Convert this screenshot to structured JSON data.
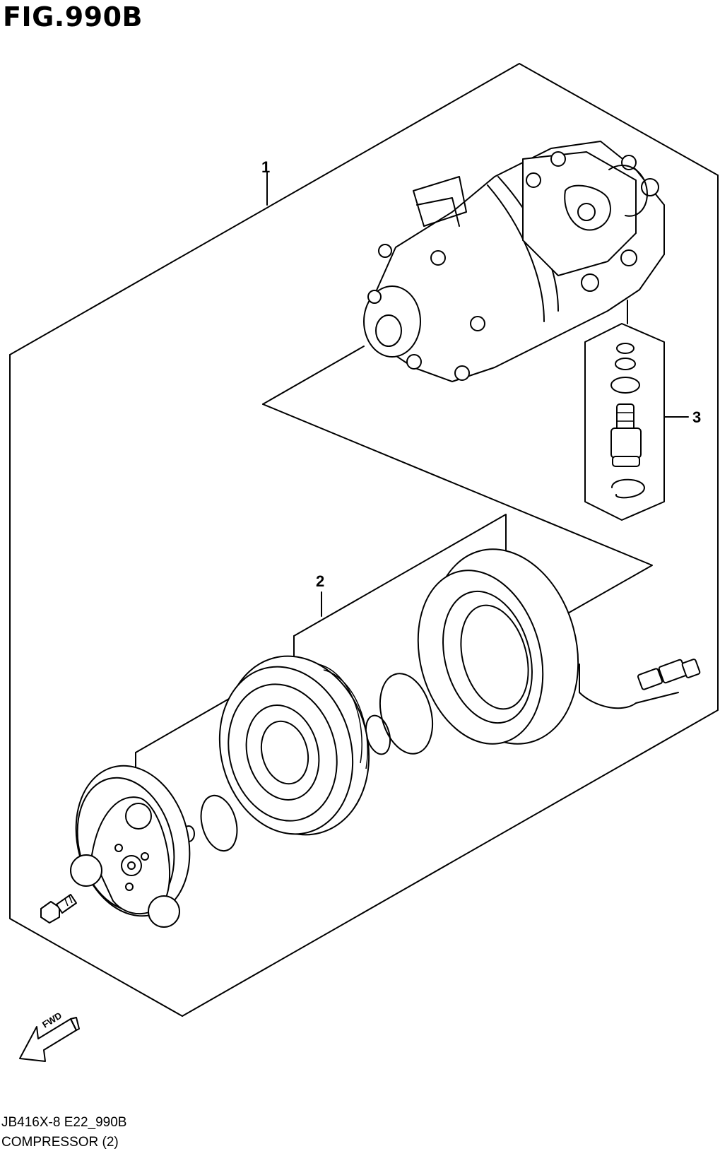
{
  "figure_title": "FIG.990B",
  "callouts": {
    "part_1": "1",
    "part_2": "2",
    "part_3": "3"
  },
  "fwd_label": "FWD",
  "footer": {
    "code": "JB416X-8 E22_990B",
    "caption": "COMPRESSOR (2)"
  }
}
